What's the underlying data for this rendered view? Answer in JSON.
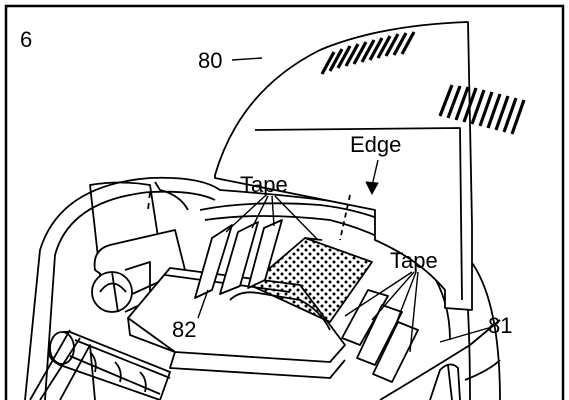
{
  "figure": {
    "step_number": "6",
    "callouts": {
      "part_80": "80",
      "part_81": "81",
      "part_82": "82"
    },
    "labels": {
      "edge": "Edge",
      "tape_left": "Tape",
      "tape_right": "Tape"
    }
  }
}
